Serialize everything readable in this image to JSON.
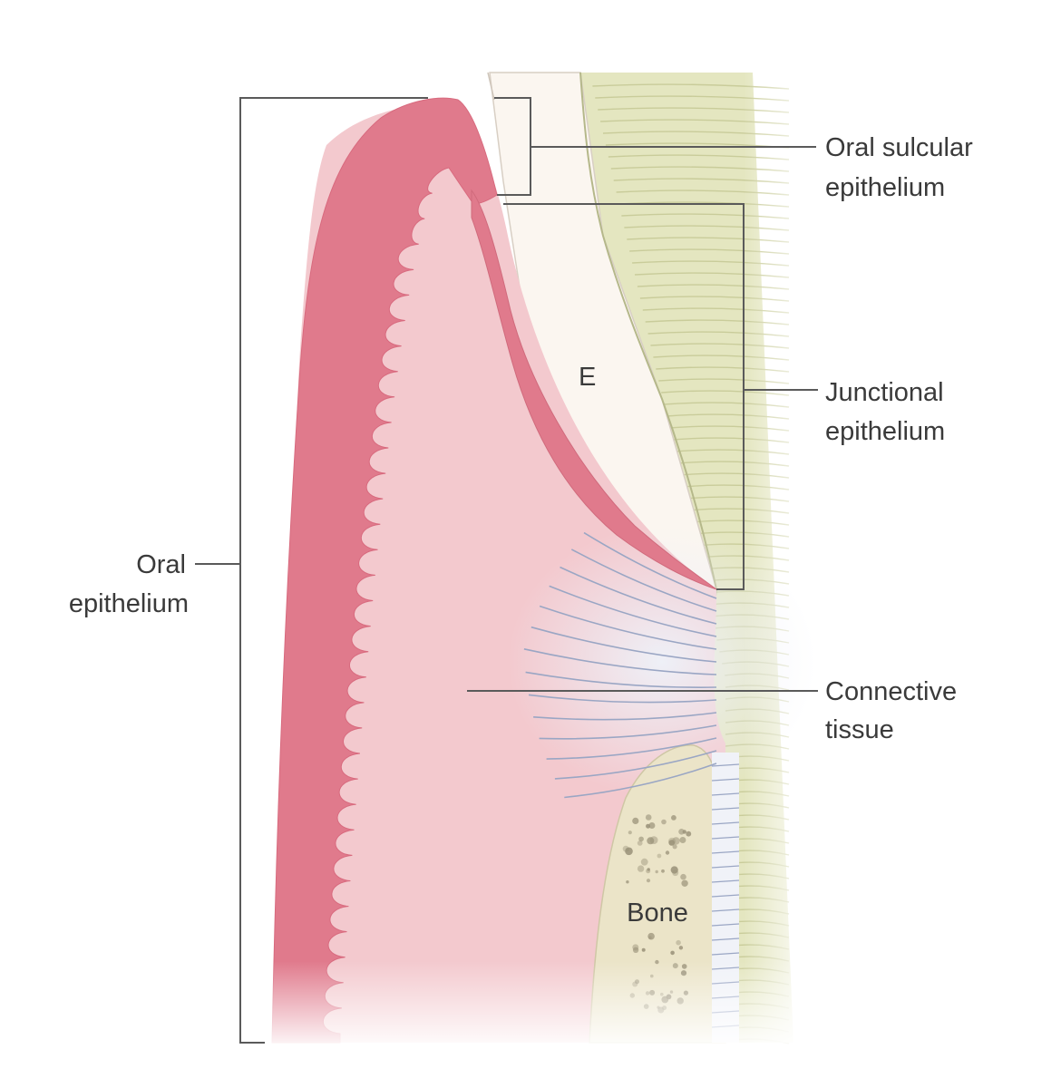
{
  "labels": {
    "oral_sulcular_line1": "Oral sulcular",
    "oral_sulcular_line2": "epithelium",
    "junctional_line1": "Junctional",
    "junctional_line2": "epithelium",
    "oral_epithelium_line1": "Oral",
    "oral_epithelium_line2": "epithelium",
    "connective_line1": "Connective",
    "connective_line2": "tissue",
    "enamel": "E",
    "bone": "Bone"
  },
  "colors": {
    "epithelium": "#e07a8c",
    "connective_tissue": "#f3c9ce",
    "cementum": "#e4e6c0",
    "enamel_space": "#fbf6f0",
    "bone": "#ebe4c8",
    "fibers": "#9aa6c4",
    "leader_lines": "#5a5a5a"
  }
}
